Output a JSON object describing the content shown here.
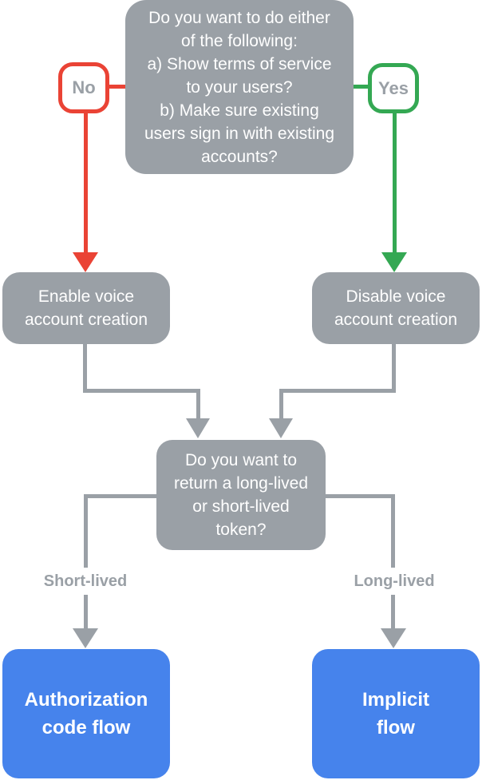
{
  "colors": {
    "node_gray": "#9aa0a6",
    "node_blue": "#4683ec",
    "no_red": "#ea4335",
    "yes_green": "#34a853",
    "label_text_gray": "#9aa0a6",
    "node_text_white": "#ffffff",
    "background": "#ffffff"
  },
  "flowchart": {
    "top_question": "Do you want to do either\nof the following:\na) Show terms of service\nto your users?\nb) Make sure existing\nusers sign in with existing\naccounts?",
    "no_label": "No",
    "yes_label": "Yes",
    "enable_node": "Enable voice\naccount creation",
    "disable_node": "Disable voice\naccount creation",
    "token_question": "Do you want to\nreturn a long-lived\nor short-lived\ntoken?",
    "short_lived_label": "Short-lived",
    "long_lived_label": "Long-lived",
    "auth_code_node": "Authorization\ncode flow",
    "implicit_node": "Implicit\nflow"
  }
}
